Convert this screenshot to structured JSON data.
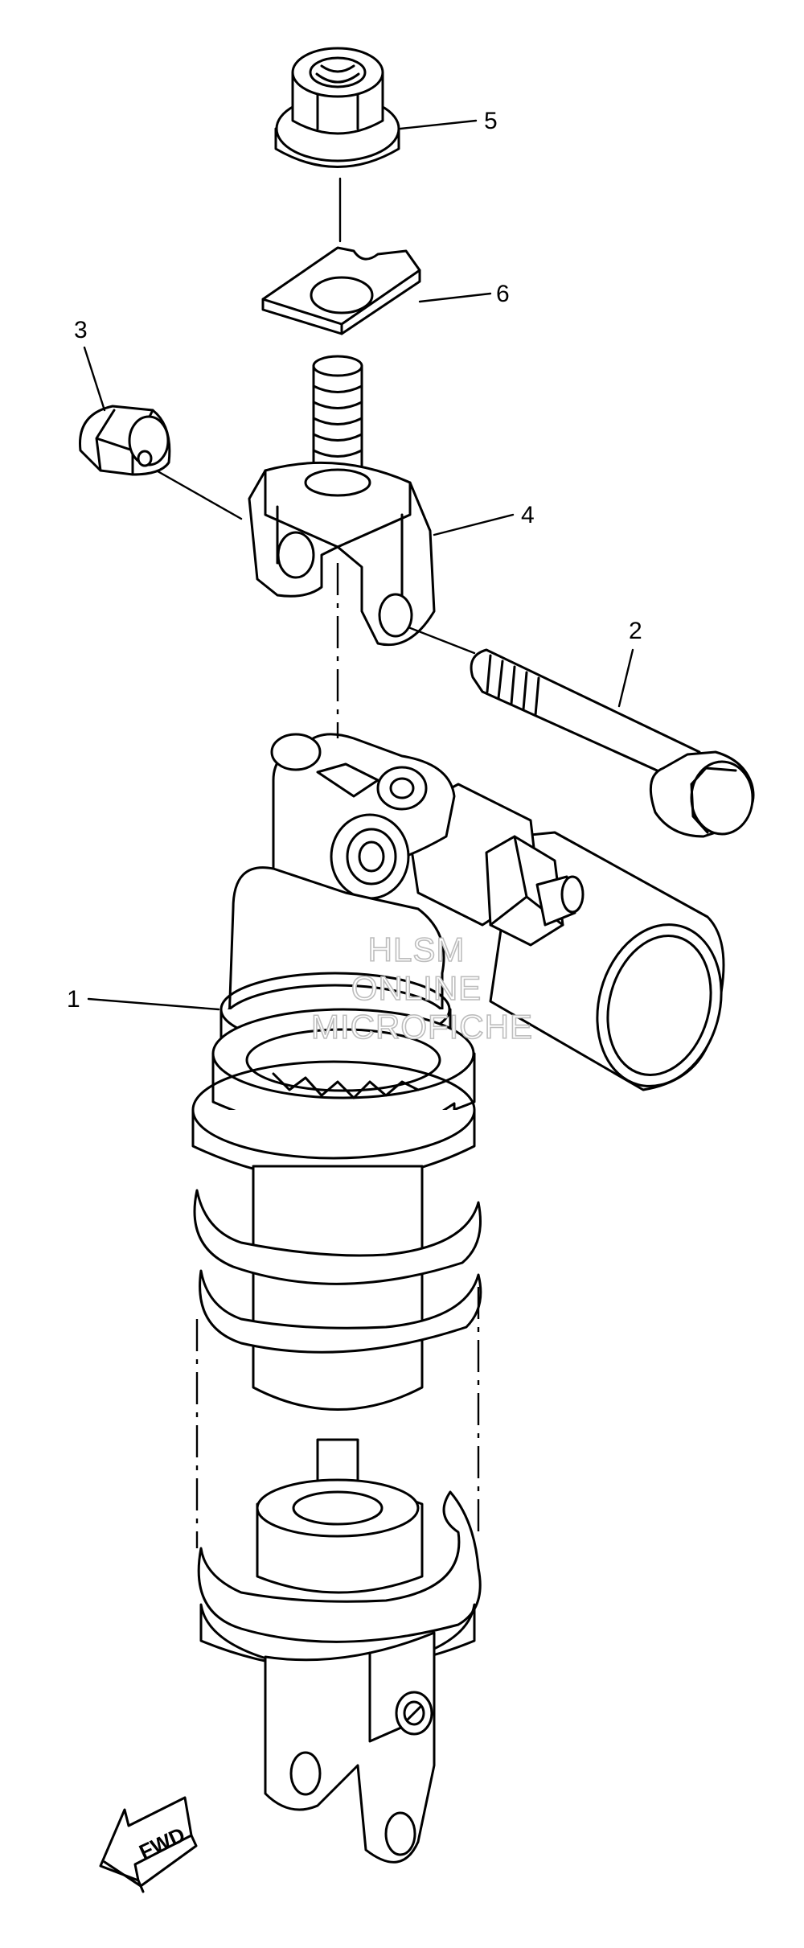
{
  "callouts": [
    {
      "id": "1",
      "label": "1"
    },
    {
      "id": "2",
      "label": "2"
    },
    {
      "id": "3",
      "label": "3"
    },
    {
      "id": "4",
      "label": "4"
    },
    {
      "id": "5",
      "label": "5"
    },
    {
      "id": "6",
      "label": "6"
    }
  ],
  "watermark": {
    "line1": "HLSM",
    "line2": "ONLINE",
    "line3": "MICROFICHE"
  },
  "direction_badge": {
    "label": "FWD"
  }
}
